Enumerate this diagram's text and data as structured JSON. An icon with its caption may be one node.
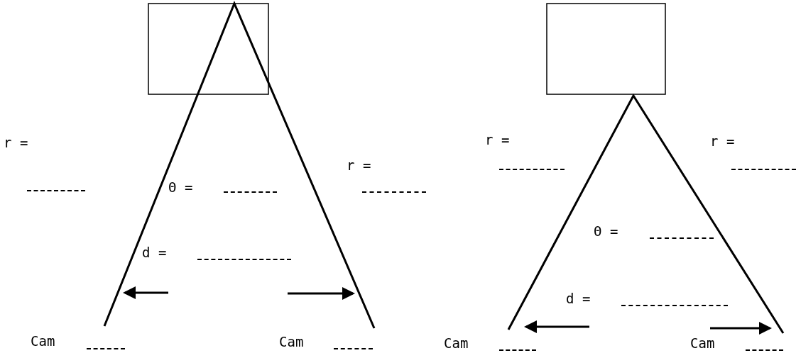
{
  "diagram": {
    "nodes": [
      {
        "text": [],
        "shape": "box"
      },
      {
        "text": [],
        "shape": "box"
      }
    ],
    "labels": [
      "r =",
      "Θ =",
      "r =",
      "d =",
      "Cam",
      "Cam",
      "r =",
      "r =",
      "Θ =",
      "d =",
      "Cam",
      "Cam"
    ]
  }
}
